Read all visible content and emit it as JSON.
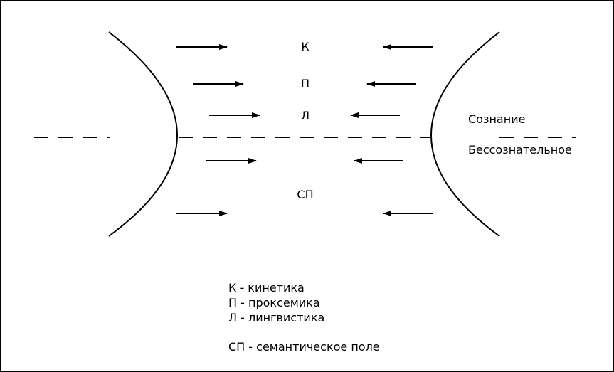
{
  "diagram": {
    "levels": {
      "k": "К",
      "p": "П",
      "l": "Л",
      "sp": "СП"
    },
    "side_labels": {
      "conscious": "Сознание",
      "unconscious": "Бессознательное"
    },
    "legend": {
      "k": "К - кинетика",
      "p": "П - проксемика",
      "l": "Л - лингвистика",
      "sp": "СП - семантическое поле"
    }
  }
}
